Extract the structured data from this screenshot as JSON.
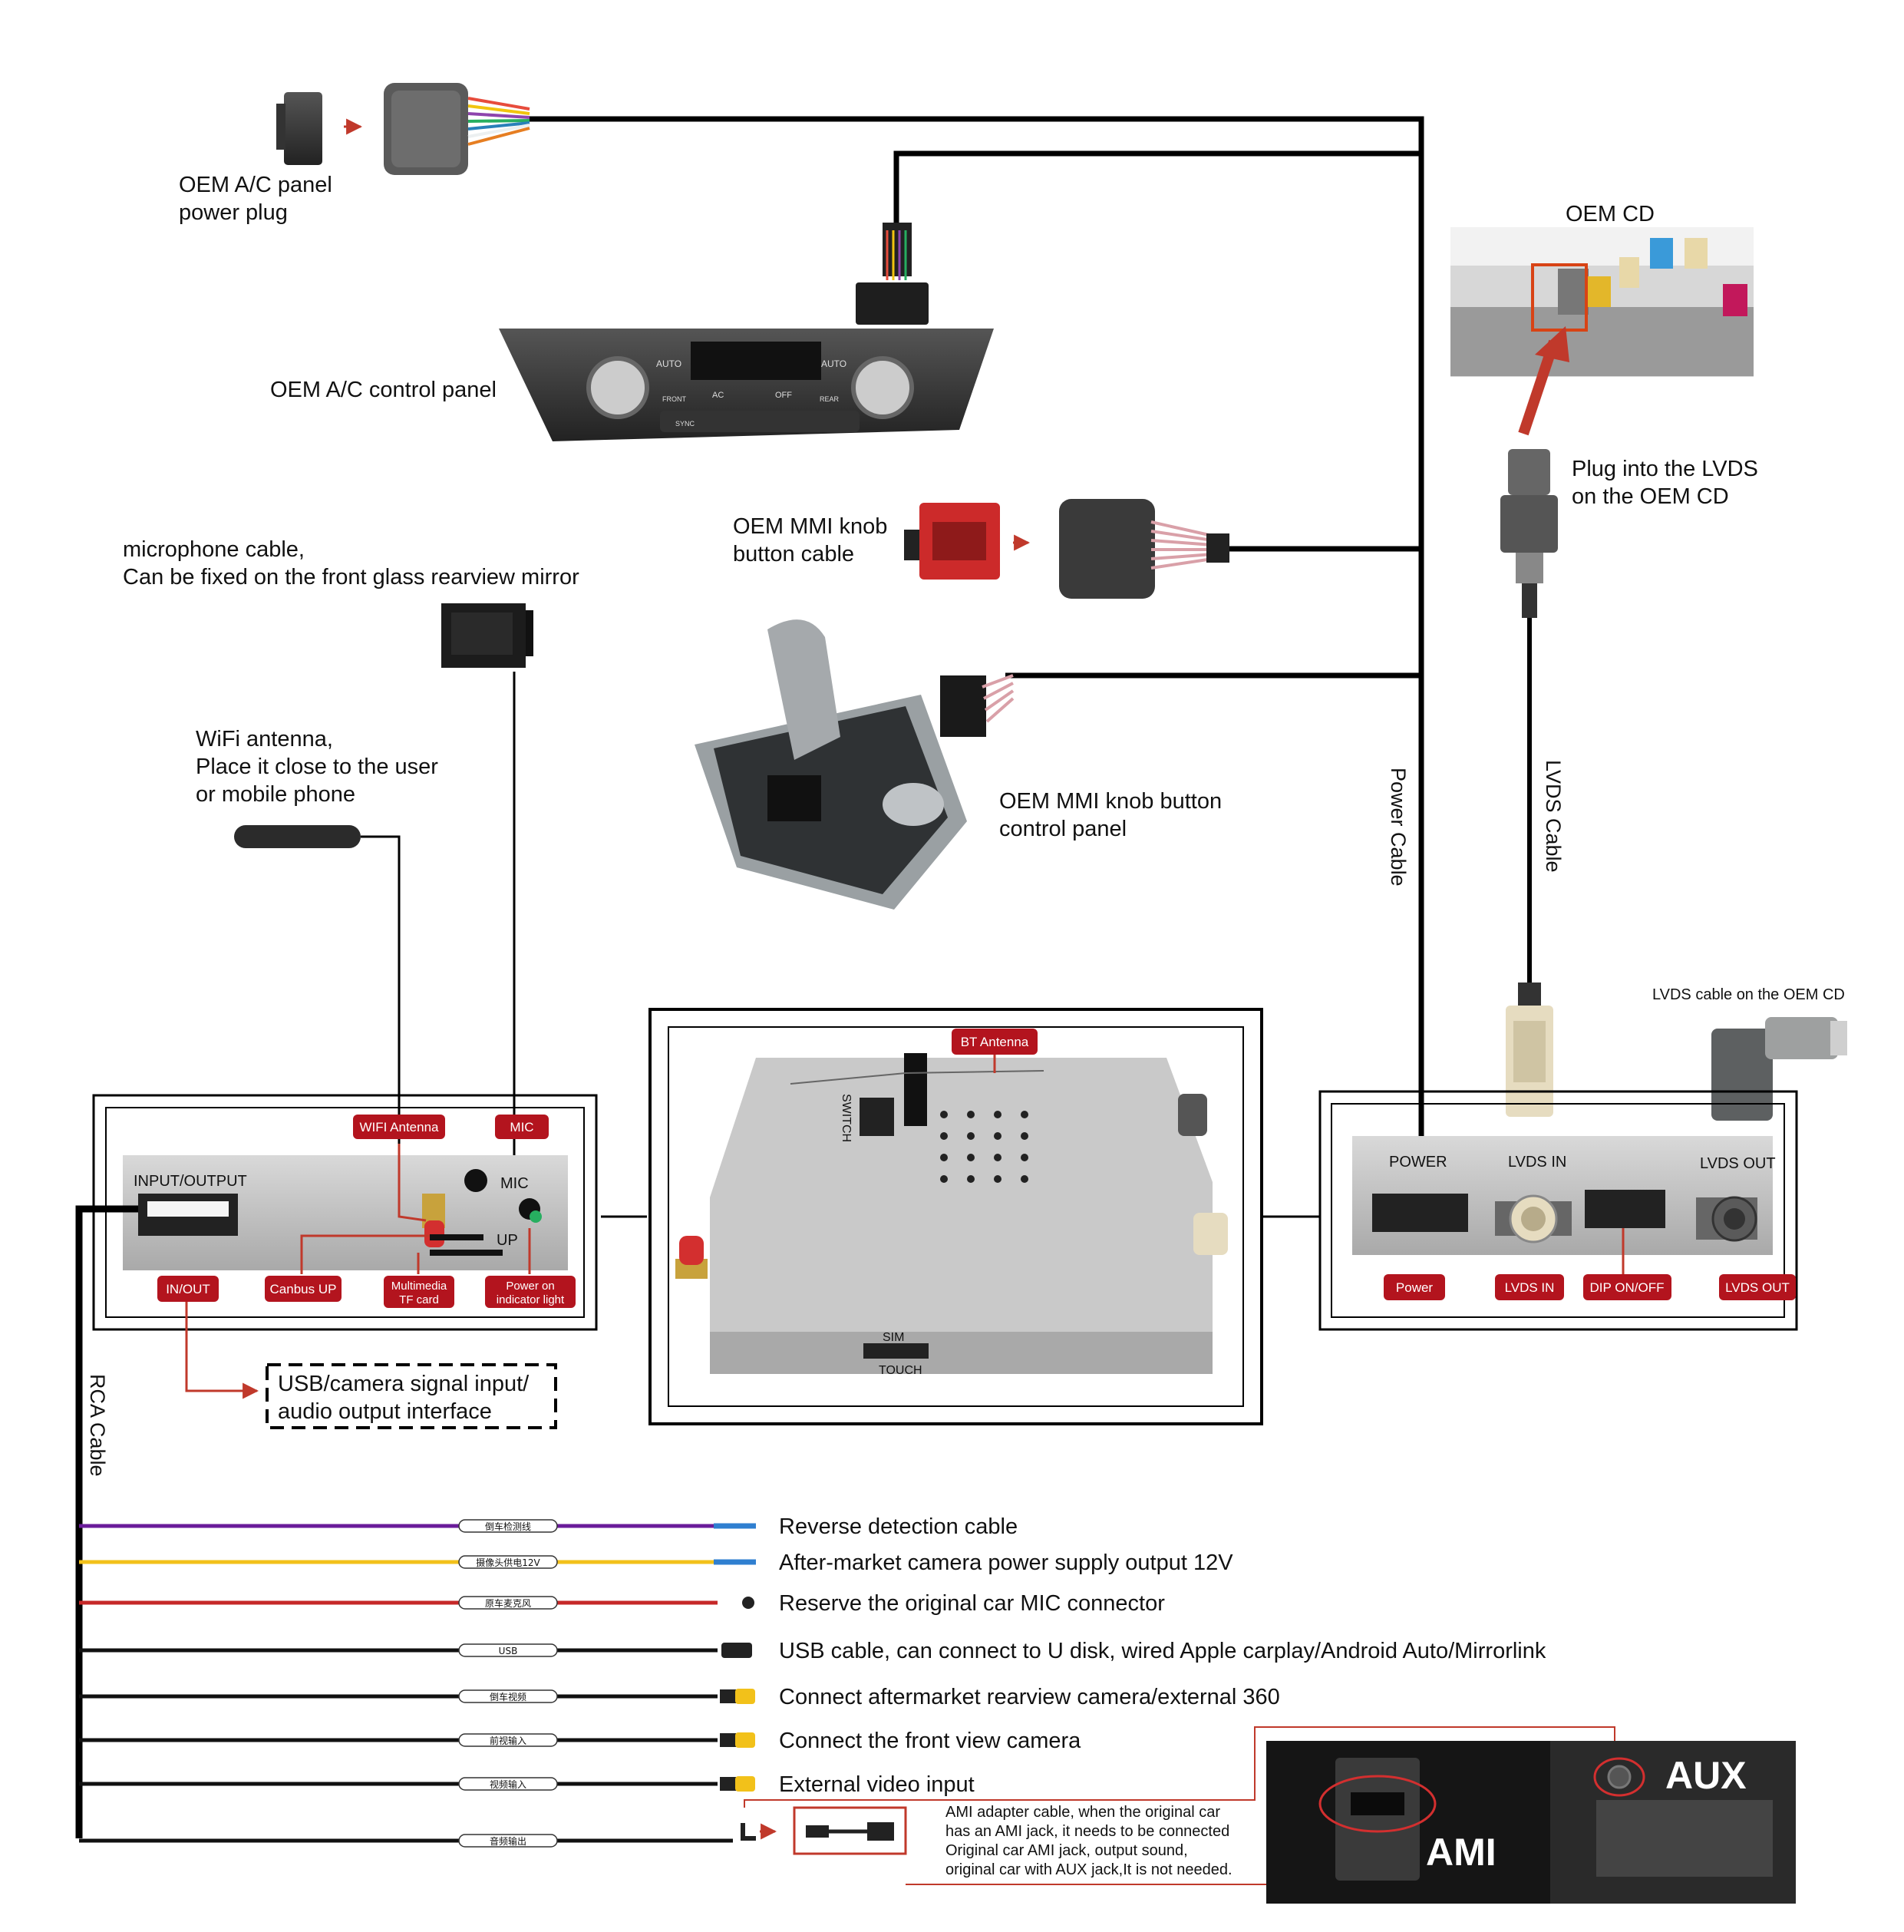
{
  "labels": {
    "ac_power_plug": [
      "OEM A/C panel",
      "power plug"
    ],
    "ac_control_panel": "OEM A/C control panel",
    "oem_cd": "OEM CD",
    "plug_lvds": [
      "Plug into the LVDS",
      "on the OEM CD"
    ],
    "mmi_knob_cable": [
      "OEM MMI knob",
      "button cable"
    ],
    "microphone": [
      "microphone cable,",
      "Can be fixed on the front glass rearview mirror"
    ],
    "wifi": [
      "WiFi antenna,",
      "Place it close to the user",
      "or mobile phone"
    ],
    "mmi_control_panel": [
      "OEM MMI knob button",
      "control panel"
    ],
    "power_cable": "Power Cable",
    "lvds_cable": "LVDS Cable",
    "lvds_cable_oem": "LVDS cable on the OEM CD",
    "rca_cable": "RCA Cable",
    "usb_camera_box": [
      "USB/camera signal input/",
      "audio output interface"
    ]
  },
  "left_module": {
    "badges": {
      "wifi": "WIFI Antenna",
      "mic": "MIC",
      "in_out": "IN/OUT",
      "canbus": "Canbus UP",
      "multimedia": [
        "Multimedia",
        "TF card"
      ],
      "power_light": [
        "Power on",
        "indicator light"
      ]
    },
    "printed": {
      "input_output": "INPUT/OUTPUT",
      "mic": "MIC",
      "up": "UP"
    }
  },
  "center_module": {
    "badges": {
      "bt": "BT Antenna"
    },
    "printed": {
      "switch": "SWITCH",
      "sim": "SIM",
      "touch": "TOUCH"
    }
  },
  "right_module": {
    "printed": {
      "power": "POWER",
      "lvds_in": "LVDS IN",
      "lvds_out": "LVDS OUT"
    },
    "badges": {
      "power": "Power",
      "lvds_in": "LVDS IN",
      "dip": "DIP ON/OFF",
      "lvds_out": "LVDS OUT"
    }
  },
  "ac_panel_printed": {
    "auto": "AUTO",
    "front": "FRONT",
    "ac": "AC",
    "off": "OFF",
    "rear": "REAR",
    "sync": "SYNC"
  },
  "cables": [
    {
      "tag": "倒车检测线",
      "label": "Reverse detection cable",
      "color": "#6a1b9a",
      "end": "blue"
    },
    {
      "tag": "摄像头供电12V",
      "label": "After-market camera power supply output 12V",
      "color": "#f2c11a",
      "end": "blue"
    },
    {
      "tag": "原车麦克风",
      "label": "Reserve the original car MIC connector",
      "color": "#c62828",
      "end": "mic"
    },
    {
      "tag": "USB",
      "label": "USB cable,  can connect to U disk,  wired Apple carplay/Android Auto/Mirrorlink",
      "color": "#111111",
      "end": "usb"
    },
    {
      "tag": "倒车视频",
      "label": "Connect aftermarket rearview camera/external 360",
      "color": "#111111",
      "end": "rca"
    },
    {
      "tag": "前视输入",
      "label": "Connect the front view camera",
      "color": "#111111",
      "end": "rca"
    },
    {
      "tag": "视频输入",
      "label": "External video input",
      "color": "#111111",
      "end": "rca"
    },
    {
      "tag": "音频输出",
      "label": "",
      "color": "#111111",
      "end": "jack"
    }
  ],
  "ami": {
    "note": [
      "AMI adapter cable, when the original car",
      "has an AMI jack, it needs to be connected",
      "Original car AMI jack, output sound,",
      "original car with AUX jack,It is not needed."
    ],
    "ami_text": "AMI",
    "aux_text": "AUX"
  },
  "colors": {
    "badge": "#b3141e",
    "arrow": "#c0392b",
    "wire": "#000000"
  }
}
